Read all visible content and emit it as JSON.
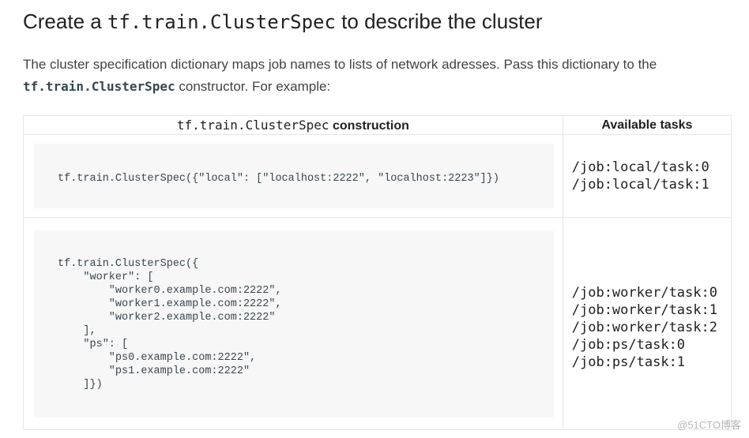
{
  "heading": {
    "prefix": "Create a ",
    "code": "tf.train.ClusterSpec",
    "suffix": " to describe the cluster"
  },
  "intro": {
    "text_before": "The cluster specification dictionary maps job names to lists of network adresses. Pass this dictionary to the",
    "code": "tf.train.ClusterSpec",
    "text_after": " constructor. For example:"
  },
  "table": {
    "header": {
      "construction_code": "tf.train.ClusterSpec",
      "construction_text": " construction",
      "tasks": "Available tasks"
    },
    "rows": [
      {
        "code": "tf.train.ClusterSpec({\"local\": [\"localhost:2222\", \"localhost:2223\"]})",
        "tasks": [
          "/job:local/task:0",
          "/job:local/task:1"
        ]
      },
      {
        "code": "tf.train.ClusterSpec({\n    \"worker\": [\n        \"worker0.example.com:2222\",\n        \"worker1.example.com:2222\",\n        \"worker2.example.com:2222\"\n    ],\n    \"ps\": [\n        \"ps0.example.com:2222\",\n        \"ps1.example.com:2222\"\n    ]})",
        "tasks": [
          "/job:worker/task:0",
          "/job:worker/task:1",
          "/job:worker/task:2",
          "/job:ps/task:0",
          "/job:ps/task:1"
        ]
      }
    ]
  },
  "watermark": "@51CTO博客"
}
